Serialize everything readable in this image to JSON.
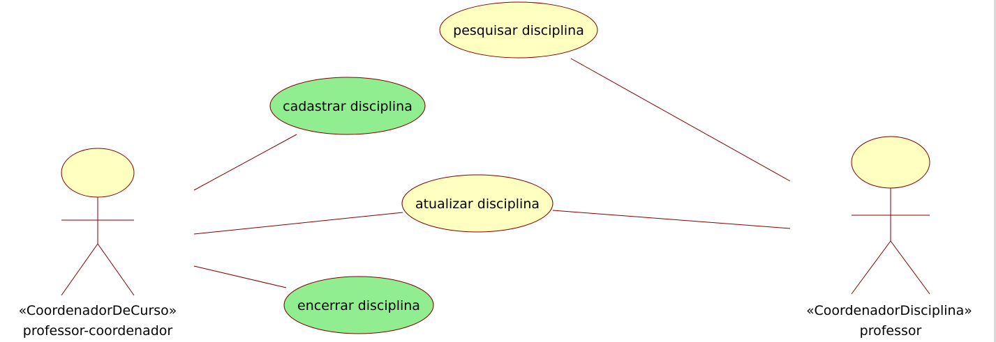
{
  "colors": {
    "line": "#800000",
    "usecase_default": "#ffffc0",
    "usecase_highlight": "#90ee90",
    "actor_head": "#ffffc0",
    "edge_bar": "#d9d9d9"
  },
  "actors": {
    "coordenador_curso": {
      "stereotype": "«CoordenadorDeCurso»",
      "name": "professor-coordenador"
    },
    "coordenador_disciplina": {
      "stereotype": "«CoordenadorDisciplina»",
      "name": "professor"
    }
  },
  "use_cases": {
    "pesquisar": {
      "label": "pesquisar disciplina",
      "highlighted": false
    },
    "cadastrar": {
      "label": "cadastrar disciplina",
      "highlighted": true
    },
    "atualizar": {
      "label": "atualizar disciplina",
      "highlighted": false
    },
    "encerrar": {
      "label": "encerrar disciplina",
      "highlighted": true
    }
  }
}
